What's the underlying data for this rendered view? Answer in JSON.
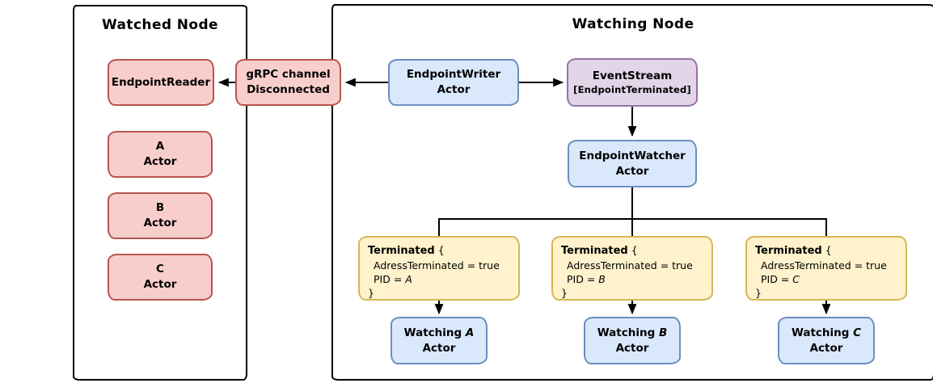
{
  "palette": {
    "background": "#ffffff",
    "line": "#000000",
    "red_fill": "#f8cecc",
    "red_stroke": "#b85450",
    "blue_fill": "#dae8fc",
    "blue_stroke": "#6c8ebf",
    "purple_fill": "#e1d5e7",
    "purple_stroke": "#9673a6",
    "yellow_fill": "#fff2cc",
    "yellow_stroke": "#d6b656"
  },
  "watched_node": {
    "title": "Watched Node",
    "endpoint_reader": "EndpointReader",
    "actors": [
      {
        "letter": "A",
        "role": "Actor"
      },
      {
        "letter": "B",
        "role": "Actor"
      },
      {
        "letter": "C",
        "role": "Actor"
      }
    ]
  },
  "grpc_channel": {
    "line1": "gRPC channel",
    "line2": "Disconnected"
  },
  "watching_node": {
    "title": "Watching Node",
    "endpoint_writer": {
      "line1": "EndpointWriter",
      "line2": "Actor"
    },
    "event_stream": {
      "title": "EventStream",
      "subtitle": "[EndpointTerminated]"
    },
    "endpoint_watcher": {
      "line1": "EndpointWatcher",
      "line2": "Actor"
    },
    "terminated_messages": [
      {
        "keyword": "Terminated",
        "open_brace": " {",
        "field": "AdressTerminated = true",
        "pid_label": "PID = ",
        "pid_value": "A",
        "close_brace": "}"
      },
      {
        "keyword": "Terminated",
        "open_brace": " {",
        "field": "AdressTerminated = true",
        "pid_label": "PID = ",
        "pid_value": "B",
        "close_brace": "}"
      },
      {
        "keyword": "Terminated",
        "open_brace": " {",
        "field": "AdressTerminated = true",
        "pid_label": "PID = ",
        "pid_value": "C",
        "close_brace": "}"
      }
    ],
    "watching_actors": [
      {
        "prefix": "Watching ",
        "letter": "A",
        "line2": "Actor"
      },
      {
        "prefix": "Watching ",
        "letter": "B",
        "line2": "Actor"
      },
      {
        "prefix": "Watching ",
        "letter": "C",
        "line2": "Actor"
      }
    ]
  }
}
